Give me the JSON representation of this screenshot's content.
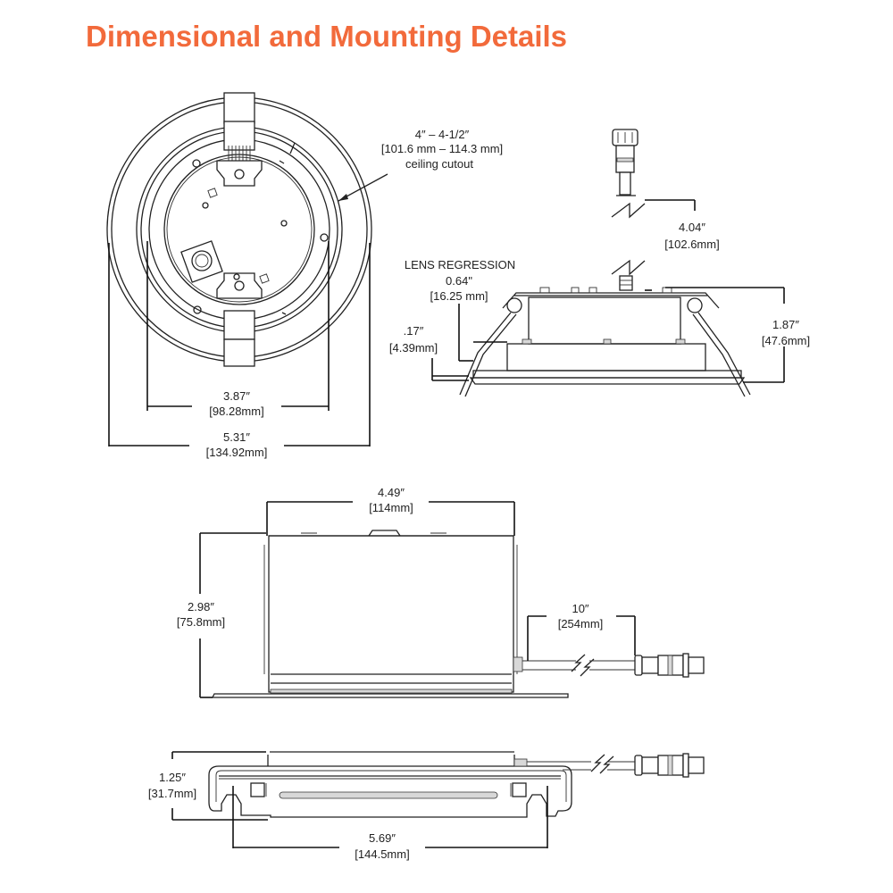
{
  "title": "Dimensional and Mounting Details",
  "colors": {
    "title": "#f26a3b",
    "line": "#222222",
    "background": "#ffffff"
  },
  "views": {
    "top_view": {
      "ceiling_cutout": {
        "inches": "4″ – 4-1/2″",
        "mm": "[101.6 mm – 114.3 mm]",
        "note": "ceiling cutout"
      },
      "inner_diameter": {
        "inches": "3.87″",
        "mm": "[98.28mm]"
      },
      "outer_diameter": {
        "inches": "5.31″",
        "mm": "[134.92mm]"
      }
    },
    "side_view": {
      "connector_length": {
        "inches": "4.04″",
        "mm": "[102.6mm]"
      },
      "lens_regression": {
        "label": "LENS REGRESSION",
        "inches": "0.64\"",
        "mm": "[16.25 mm]"
      },
      "flange": {
        "inches": ".17″",
        "mm": "[4.39mm]"
      },
      "height": {
        "inches": "1.87″",
        "mm": "[47.6mm]"
      }
    },
    "junction_box_front": {
      "width": {
        "inches": "4.49″",
        "mm": "[114mm]"
      },
      "height": {
        "inches": "2.98″",
        "mm": "[75.8mm]"
      },
      "lead_length": {
        "inches": "10″",
        "mm": "[254mm]"
      }
    },
    "junction_box_top": {
      "depth": {
        "inches": "1.25″",
        "mm": "[31.7mm]"
      },
      "mounting_span": {
        "inches": "5.69″",
        "mm": "[144.5mm]"
      }
    }
  }
}
